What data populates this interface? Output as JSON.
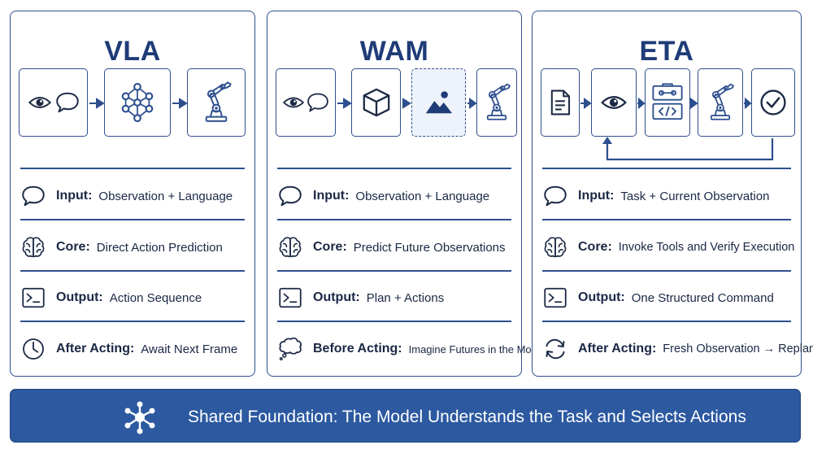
{
  "colors": {
    "primary": "#2d4f8e",
    "title": "#1f3c78",
    "banner": "#2c59a0"
  },
  "panels": [
    {
      "title": "VLA",
      "flow_icons": [
        "eye-speech-icon",
        "neural-network-icon",
        "robot-arm-icon"
      ],
      "rows": [
        {
          "icon": "speech-bubble-icon",
          "label": "Input:",
          "value": "Observation + Language"
        },
        {
          "icon": "brain-icon",
          "label": "Core:",
          "value": "Direct Action Prediction"
        },
        {
          "icon": "terminal-icon",
          "label": "Output:",
          "value": "Action Sequence"
        },
        {
          "icon": "clock-icon",
          "label": "After Acting:",
          "value": "Await Next Frame"
        }
      ]
    },
    {
      "title": "WAM",
      "flow_icons": [
        "eye-speech-icon",
        "cube-icon",
        "landscape-image-icon",
        "robot-arm-icon"
      ],
      "rows": [
        {
          "icon": "speech-bubble-icon",
          "label": "Input:",
          "value": "Observation + Language"
        },
        {
          "icon": "brain-icon",
          "label": "Core:",
          "value": "Predict Future Observations"
        },
        {
          "icon": "terminal-icon",
          "label": "Output:",
          "value": "Plan + Actions"
        },
        {
          "icon": "thought-bubble-icon",
          "label": "Before Acting:",
          "value": "Imagine Futures in the Model"
        }
      ]
    },
    {
      "title": "ETA",
      "flow_icons": [
        "document-icon",
        "eye-icon",
        "toolbox-code-icon",
        "robot-arm-icon",
        "check-circle-icon"
      ],
      "rows": [
        {
          "icon": "speech-bubble-icon",
          "label": "Input:",
          "value": "Task + Current Observation"
        },
        {
          "icon": "brain-icon",
          "label": "Core:",
          "value": "Invoke Tools and Verify Execution"
        },
        {
          "icon": "terminal-icon",
          "label": "Output:",
          "value": "One Structured Command"
        },
        {
          "icon": "refresh-icon",
          "label": "After Acting:",
          "value": "Fresh Observation → Replan"
        }
      ]
    }
  ],
  "banner": {
    "icon": "network-hub-icon",
    "text": "Shared Foundation: The Model Understands the Task and Selects Actions"
  }
}
